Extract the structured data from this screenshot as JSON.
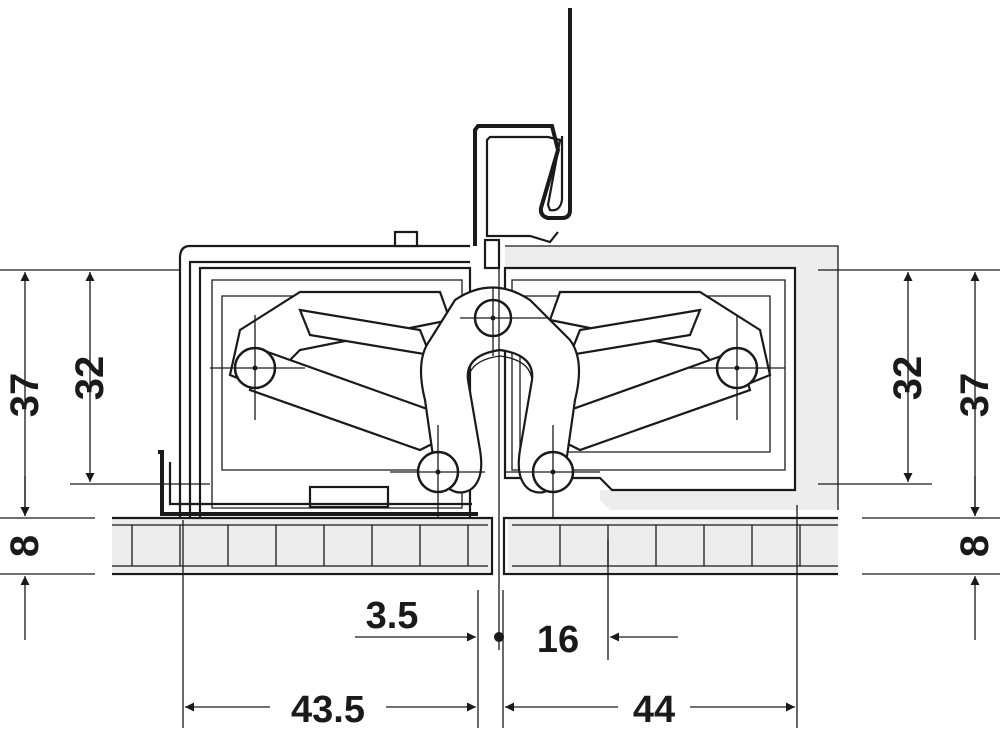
{
  "dimensions": {
    "left_overall_height": "37",
    "left_inner_height": "32",
    "right_inner_height": "32",
    "right_overall_height": "37",
    "left_bottom_depth": "8",
    "right_bottom_depth": "8",
    "gap_left": "3.5",
    "gap_right": "16",
    "left_width": "43.5",
    "right_width": "44"
  },
  "colors": {
    "line": "#1a1a1a",
    "panel_fill": "#ededed",
    "background": "#ffffff"
  }
}
